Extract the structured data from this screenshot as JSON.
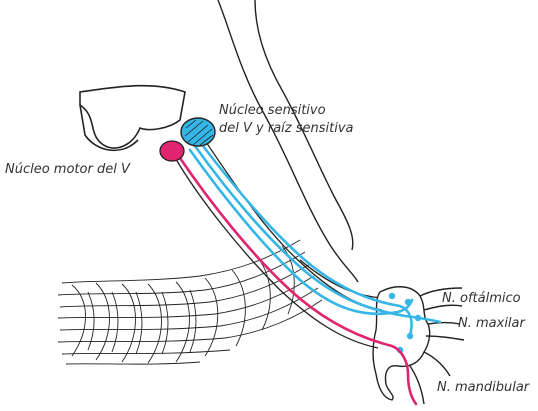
{
  "labels": {
    "motor_nucleus": "Núcleo motor del V",
    "sensory_nucleus_line1": "Núcleo sensitivo",
    "sensory_nucleus_line2": "del V y raíz sensitiva",
    "ophthalmic": "N. oftálmico",
    "maxillary": "N. maxilar",
    "mandibular": "N. mandibular"
  },
  "colors": {
    "motor": "#e0246f",
    "sensory": "#35b6e6",
    "ink": "#222222",
    "label": "#333333"
  }
}
